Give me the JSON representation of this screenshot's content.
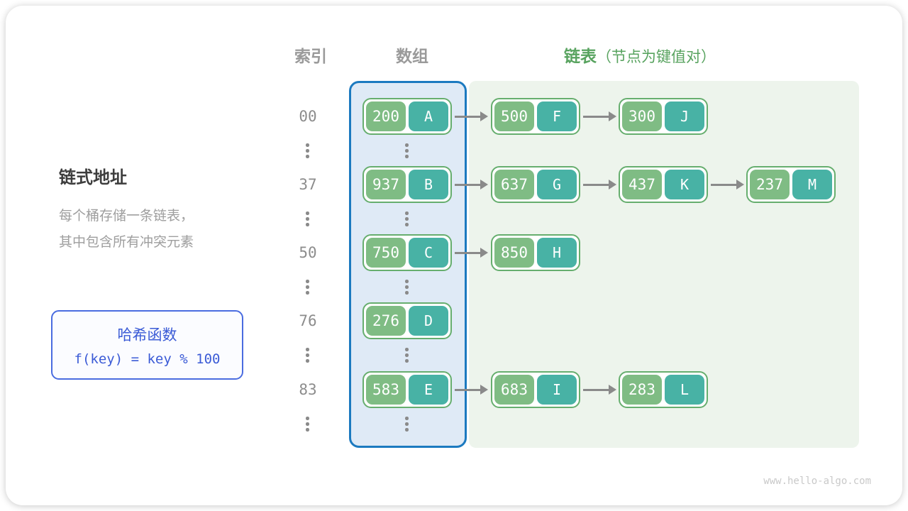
{
  "page": {
    "watermark": "www.hello-algo.com"
  },
  "headers": {
    "index": "索引",
    "array": "数组",
    "list": "链表",
    "list_note": "（节点为键值对）"
  },
  "left_panel": {
    "title": "链式地址",
    "description_lines": [
      "每个桶存储一条链表，",
      "其中包含所有冲突元素"
    ],
    "hash_box": {
      "title": "哈希函数",
      "formula": "f(key) = key % 100"
    }
  },
  "diagram": {
    "rows": [
      {
        "index": "00",
        "nodes": [
          {
            "key": "200",
            "value": "A"
          },
          {
            "key": "500",
            "value": "F"
          },
          {
            "key": "300",
            "value": "J"
          }
        ]
      },
      {
        "index": "37",
        "nodes": [
          {
            "key": "937",
            "value": "B"
          },
          {
            "key": "637",
            "value": "G"
          },
          {
            "key": "437",
            "value": "K"
          },
          {
            "key": "237",
            "value": "M"
          }
        ]
      },
      {
        "index": "50",
        "nodes": [
          {
            "key": "750",
            "value": "C"
          },
          {
            "key": "850",
            "value": "H"
          }
        ]
      },
      {
        "index": "76",
        "nodes": [
          {
            "key": "276",
            "value": "D"
          }
        ]
      },
      {
        "index": "83",
        "nodes": [
          {
            "key": "583",
            "value": "E"
          },
          {
            "key": "683",
            "value": "I"
          },
          {
            "key": "283",
            "value": "L"
          }
        ]
      }
    ],
    "colors": {
      "key_bg": "#7fbc84",
      "value_bg": "#48b2a5",
      "node_border": "#66ae6e",
      "array_bg": "#dfeaf6",
      "array_border": "#1c7ac0",
      "list_bg": "#edf4ec",
      "arrow": "#8a8a8a",
      "header_green": "#58a35f",
      "hash_blue": "#3b5bd6"
    }
  }
}
